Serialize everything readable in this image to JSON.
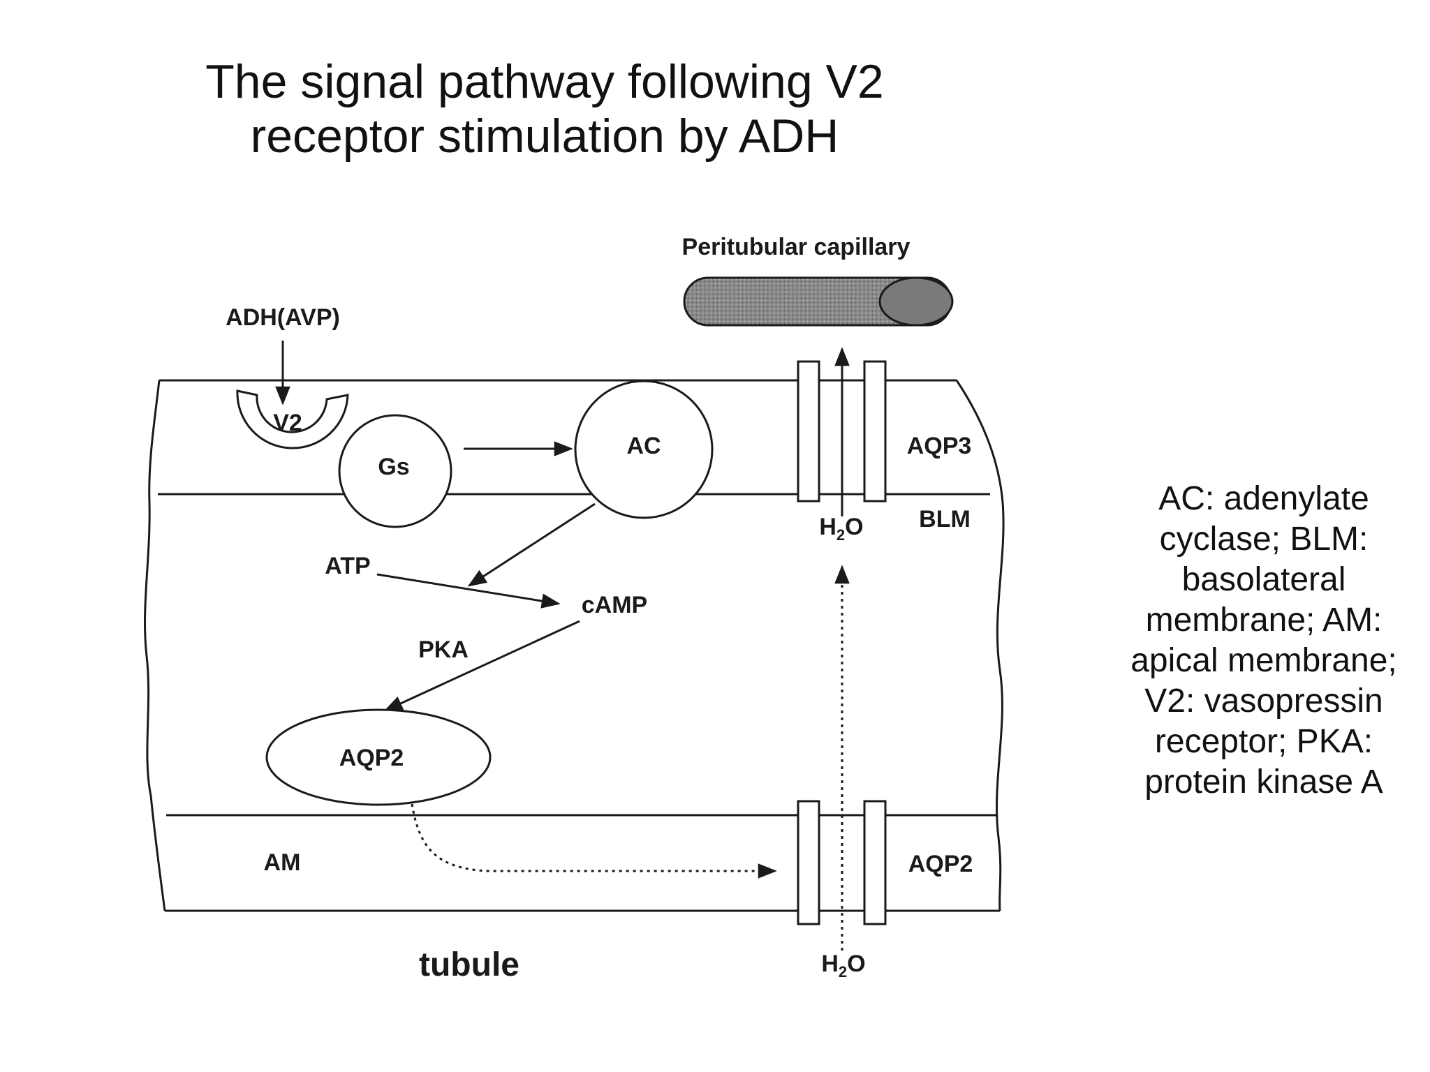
{
  "title": {
    "line1": "The signal pathway following V2",
    "line2": "receptor stimulation by ADH"
  },
  "diagram": {
    "peritubular_capillary": "Peritubular capillary",
    "hormone": "ADH(AVP)",
    "receptor": "V2",
    "g_protein": "Gs",
    "adenylate_cyclase": "AC",
    "aqp3": "AQP3",
    "blm": "BLM",
    "water_top": {
      "base": "H",
      "sub": "2",
      "tail": "O"
    },
    "atp": "ATP",
    "camp": "cAMP",
    "pka": "PKA",
    "aqp2_vesicle": "AQP2",
    "am": "AM",
    "aqp2_channel": "AQP2",
    "tubule": "tubule",
    "water_bottom": {
      "base": "H",
      "sub": "2",
      "tail": "O"
    }
  },
  "legend": {
    "lines": [
      "AC: adenylate",
      "cyclase; BLM:",
      "basolateral",
      "membrane; AM:",
      "apical membrane;",
      "V2: vasopressin",
      "receptor; PKA:",
      "protein kinase A"
    ]
  }
}
